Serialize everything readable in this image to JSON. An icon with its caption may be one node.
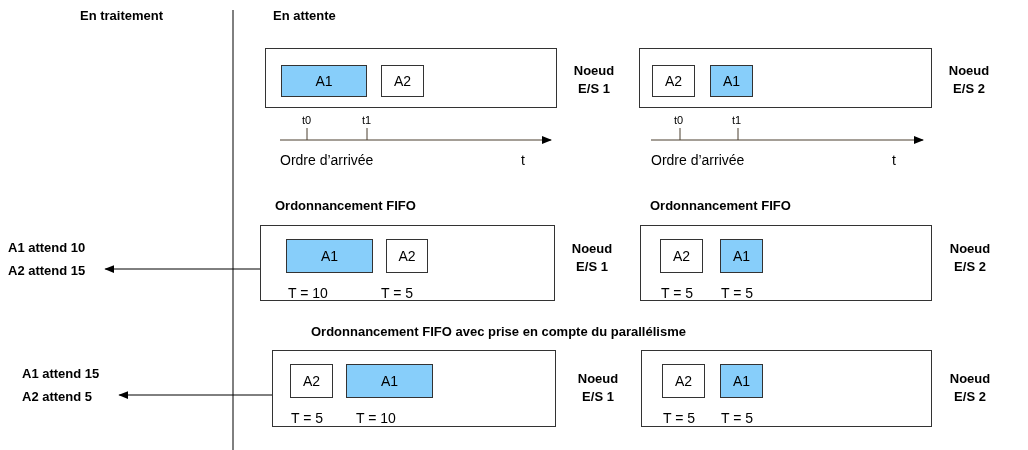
{
  "diagram": {
    "nodes": [
      {
        "text": [],
        "shape": "box",
        "beside": [
          "Noeud E/S 1"
        ]
      },
      {
        "text": [
          "A1"
        ],
        "in": 0
      },
      {
        "text": [
          "A2"
        ],
        "in": 0
      },
      {
        "text": [],
        "shape": "box",
        "beside": [
          "Noeud E/S 2"
        ]
      },
      {
        "text": [
          "A2"
        ],
        "in": 3
      },
      {
        "text": [
          "A1"
        ],
        "in": 3
      },
      {
        "text": [
          "A1 attend 10",
          "A2 attend 15"
        ]
      },
      {
        "text": [],
        "shape": "box",
        "beside": [
          "Noeud E/S 1"
        ]
      },
      {
        "text": [
          "A1"
        ],
        "in": 7,
        "beside": [
          "T = 10"
        ]
      },
      {
        "text": [
          "A2"
        ],
        "in": 7,
        "beside": [
          "T = 5"
        ]
      },
      {
        "text": [],
        "shape": "box",
        "beside": [
          "Noeud E/S 2"
        ]
      },
      {
        "text": [
          "A2"
        ],
        "in": 10,
        "beside": [
          "T = 5"
        ]
      },
      {
        "text": [
          "A1"
        ],
        "in": 10,
        "beside": [
          "T = 5"
        ]
      },
      {
        "text": [
          "A1 attend 15",
          "A2 attend 5"
        ]
      },
      {
        "text": [],
        "shape": "box",
        "beside": [
          "Noeud E/S 1"
        ]
      },
      {
        "text": [
          "A2"
        ],
        "in": 14,
        "beside": [
          "T = 5"
        ]
      },
      {
        "text": [
          "A1"
        ],
        "in": 14,
        "beside": [
          "T = 10"
        ]
      },
      {
        "text": [],
        "shape": "box",
        "beside": [
          "Noeud E/S 2"
        ]
      },
      {
        "text": [
          "A2"
        ],
        "in": 17,
        "beside": [
          "T = 5"
        ]
      },
      {
        "text": [
          "A1"
        ],
        "in": 17,
        "beside": [
          "T = 5"
        ]
      }
    ],
    "edges": [
      {
        "from": 7,
        "to": 6,
        "arrow": "to"
      },
      {
        "from": 14,
        "to": 13,
        "arrow": "to"
      }
    ],
    "labels": [
      "En traitement",
      "En attente",
      "t0",
      "t1",
      "Ordre d’arrivée",
      "t",
      "t0",
      "t1",
      "Ordre d’arrivée",
      "t",
      "Ordonnancement FIFO",
      "Ordonnancement FIFO",
      "Ordonnancement FIFO avec prise en compte du parallélisme"
    ]
  }
}
